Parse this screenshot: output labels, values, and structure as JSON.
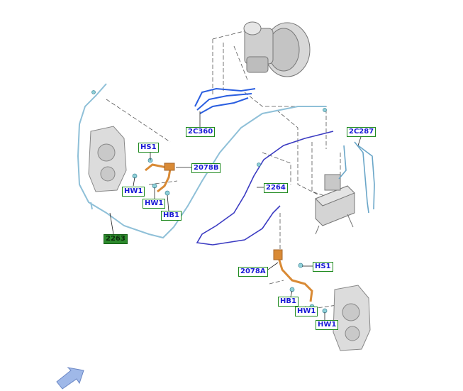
{
  "colors": {
    "label_text": "#1a1ad6",
    "label_border": "#1f8a1f",
    "label_highlight_bg": "#2d8a2d",
    "line_light_blue": "#8fc0d8",
    "line_dark_blue": "#3b3bc2",
    "line_cyan_blue": "#2a5ee0",
    "hose_orange": "#d98a35",
    "part_gray": "#c8c8c8"
  },
  "callouts": {
    "c_2c360": "2C360",
    "c_2c287": "2C287",
    "c_hs1_top": "HS1",
    "c_2078b": "2078B",
    "c_hw1_a": "HW1",
    "c_hw1_b": "HW1",
    "c_hb1_top": "HB1",
    "c_2264": "2264",
    "c_2263": "2263",
    "c_hs1_bottom": "HS1",
    "c_2078a": "2078A",
    "c_hb1_bottom": "HB1",
    "c_hw1_c": "HW1",
    "c_hw1_d": "HW1"
  },
  "icons": {
    "nav_arrow": "arrow-down-left-icon"
  }
}
